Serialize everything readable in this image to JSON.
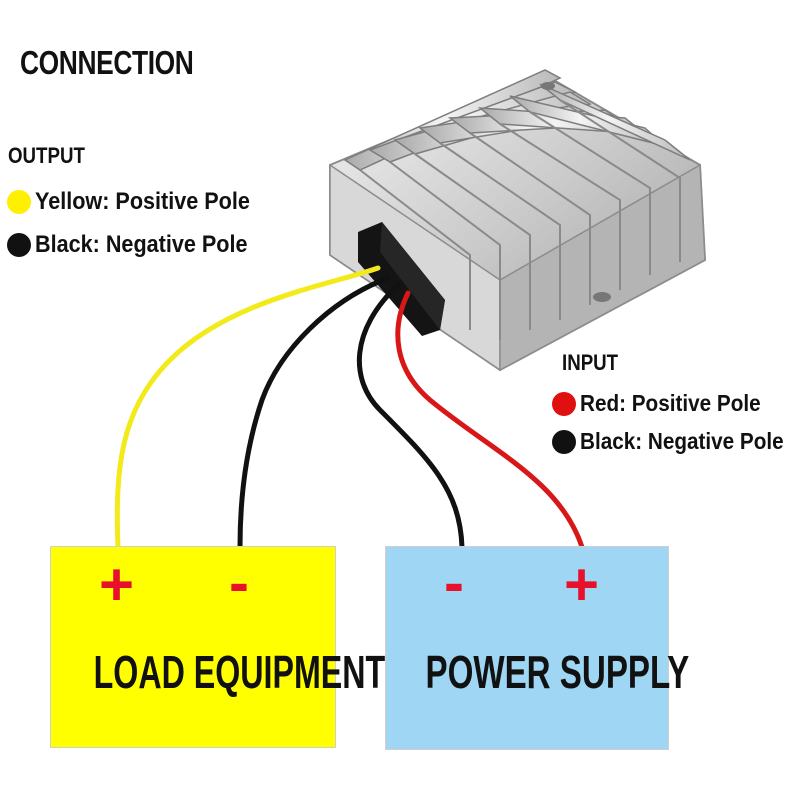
{
  "title": "CONNECTION",
  "output": {
    "heading": "OUTPUT",
    "items": [
      {
        "color": "#ffef00",
        "label": "Yellow: Positive Pole"
      },
      {
        "color": "#111111",
        "label": "Black: Negative Pole"
      }
    ]
  },
  "input": {
    "heading": "INPUT",
    "items": [
      {
        "color": "#e11010",
        "label": "Red: Positive Pole"
      },
      {
        "color": "#111111",
        "label": "Black: Negative Pole"
      }
    ]
  },
  "load_box": {
    "label": "LOAD EQUIPMENT",
    "plus": "+",
    "minus": "-",
    "fill": "#ffff00"
  },
  "power_box": {
    "label": "POWER SUPPLY",
    "minus": "-",
    "plus": "+",
    "fill": "#9ed6f3"
  },
  "colors": {
    "sign_red": "#e8112b",
    "wire_yellow": "#f2ea1a",
    "wire_black": "#111111",
    "wire_red": "#d81818"
  }
}
